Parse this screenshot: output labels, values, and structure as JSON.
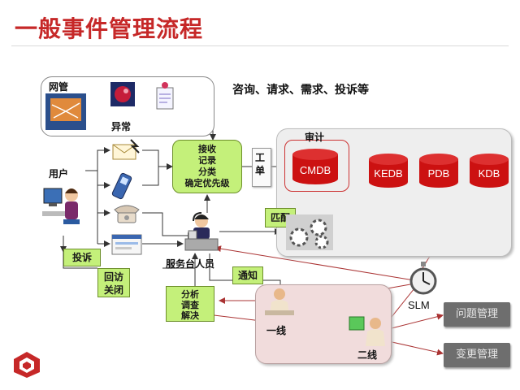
{
  "title": "一般事件管理流程",
  "sources": {
    "network_label": "网管",
    "anomaly_label": "异常",
    "user_label": "用户"
  },
  "requests_note": "咨询、请求、需求、投诉等",
  "intake": {
    "lines": [
      "接收",
      "记录",
      "分类",
      "确定优先级"
    ]
  },
  "ticket_label": "工单",
  "audit": {
    "label": "审计",
    "databases": [
      "CMDB",
      "KEDB",
      "PDB",
      "KDB"
    ]
  },
  "match_label": "匹配",
  "complaint_label": "投诉",
  "followup_label": "回访\n关闭",
  "service_desk_label": "服务台人员",
  "notify_label": "通知",
  "analyze": {
    "lines": [
      "分析",
      "调查",
      "解决"
    ]
  },
  "tier1_label": "一线",
  "tier2_label": "二线",
  "slm_label": "SLM",
  "outputs": [
    "问题管理",
    "变更管理"
  ],
  "colors": {
    "title": "#c62828",
    "green_box": "#c4f07a",
    "audit_panel": "#eeeeee",
    "tier_panel": "#f1dcdc",
    "cylinder": "#cc1111",
    "output_button": "#6e6e6e"
  }
}
